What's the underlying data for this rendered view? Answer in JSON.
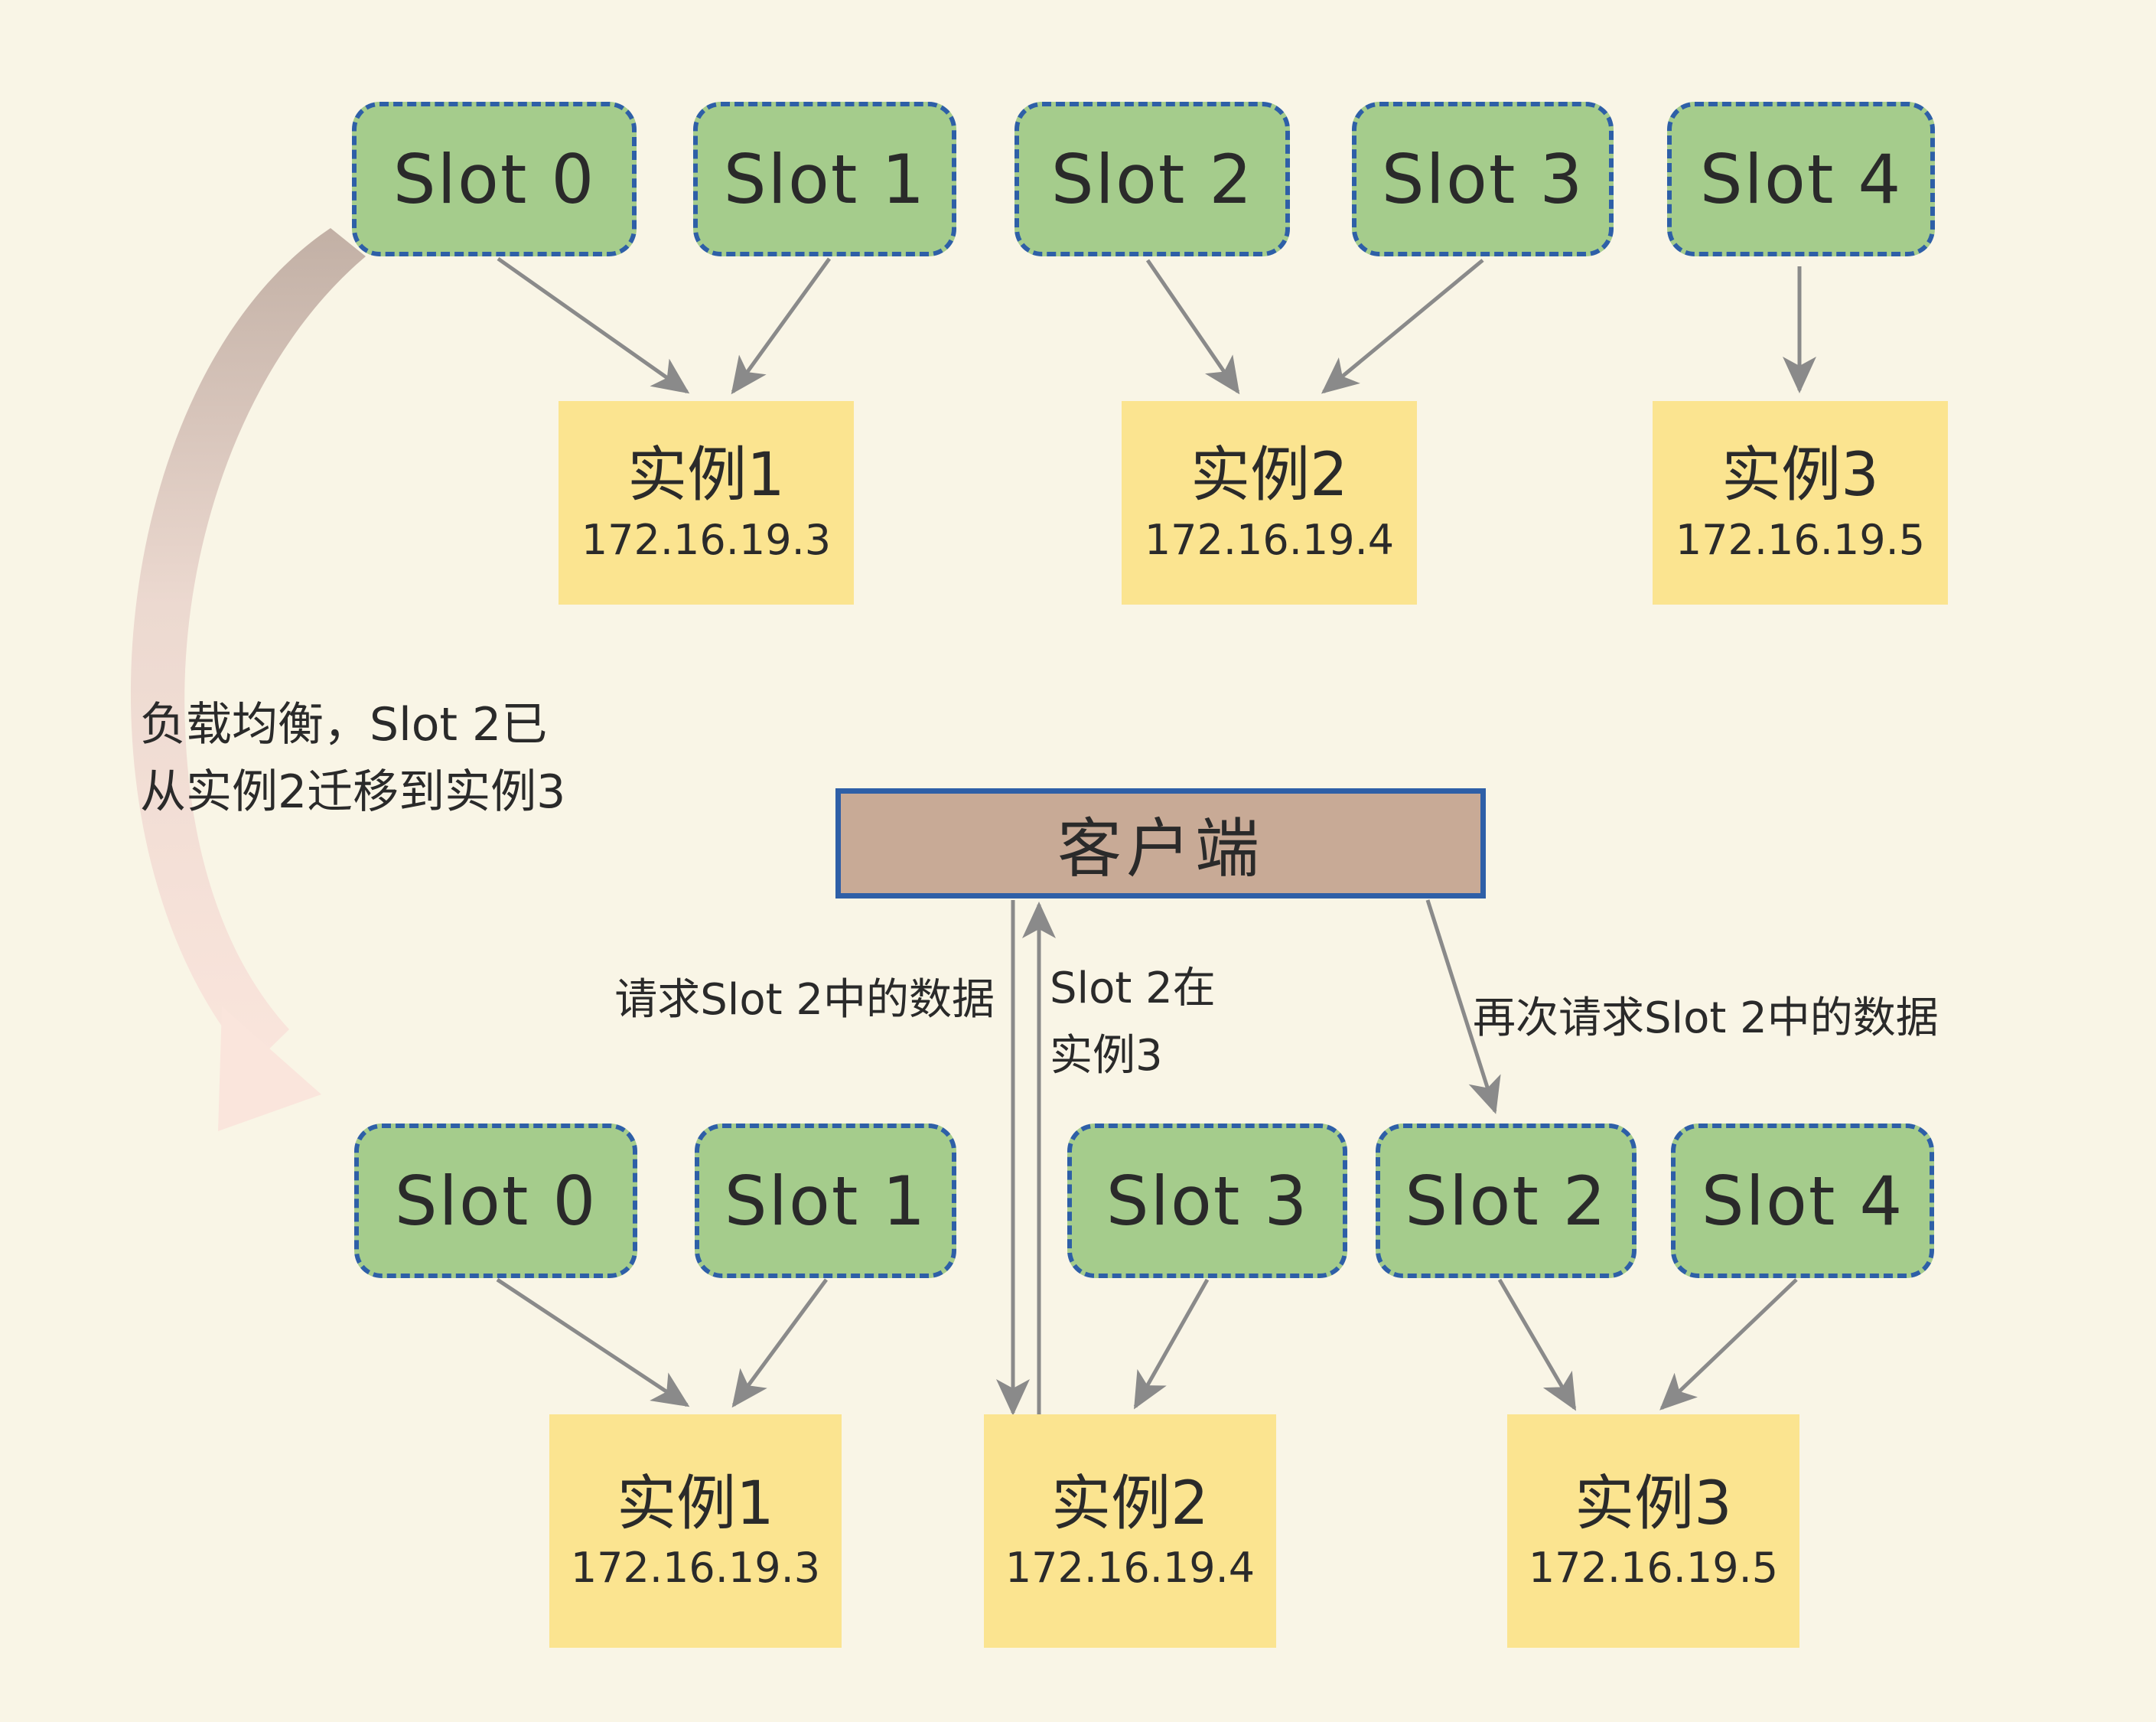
{
  "colors": {
    "background": "#f9f5e6",
    "slot_fill": "#a5cc8c",
    "slot_border": "#2e5fa7",
    "instance_fill": "#fbe490",
    "client_fill": "#c8aa96",
    "client_border": "#2e5fa7",
    "arrow_gray": "#8a8a8a",
    "curve_arrow_start": "#c2b0a5",
    "curve_arrow_end": "#fae5dc",
    "text": "#2a2a2a"
  },
  "top_cluster": {
    "slots": [
      {
        "label": "Slot 0"
      },
      {
        "label": "Slot 1"
      },
      {
        "label": "Slot 2"
      },
      {
        "label": "Slot 3"
      },
      {
        "label": "Slot 4"
      }
    ],
    "instances": [
      {
        "name": "实例1",
        "ip": "172.16.19.3"
      },
      {
        "name": "实例2",
        "ip": "172.16.19.4"
      },
      {
        "name": "实例3",
        "ip": "172.16.19.5"
      }
    ]
  },
  "migration_note": {
    "line1": "负载均衡，Slot 2已",
    "line2": "从实例2迁移到实例3"
  },
  "client": {
    "label": "客户端"
  },
  "edge_labels": {
    "request": "请求Slot 2中的数据",
    "located_line1": "Slot 2在",
    "located_line2": "实例3",
    "retry": "再次请求Slot 2中的数据"
  },
  "bottom_cluster": {
    "slots": [
      {
        "label": "Slot 0"
      },
      {
        "label": "Slot 1"
      },
      {
        "label": "Slot 3"
      },
      {
        "label": "Slot 2"
      },
      {
        "label": "Slot 4"
      }
    ],
    "instances": [
      {
        "name": "实例1",
        "ip": "172.16.19.3"
      },
      {
        "name": "实例2",
        "ip": "172.16.19.4"
      },
      {
        "name": "实例3",
        "ip": "172.16.19.5"
      }
    ]
  }
}
